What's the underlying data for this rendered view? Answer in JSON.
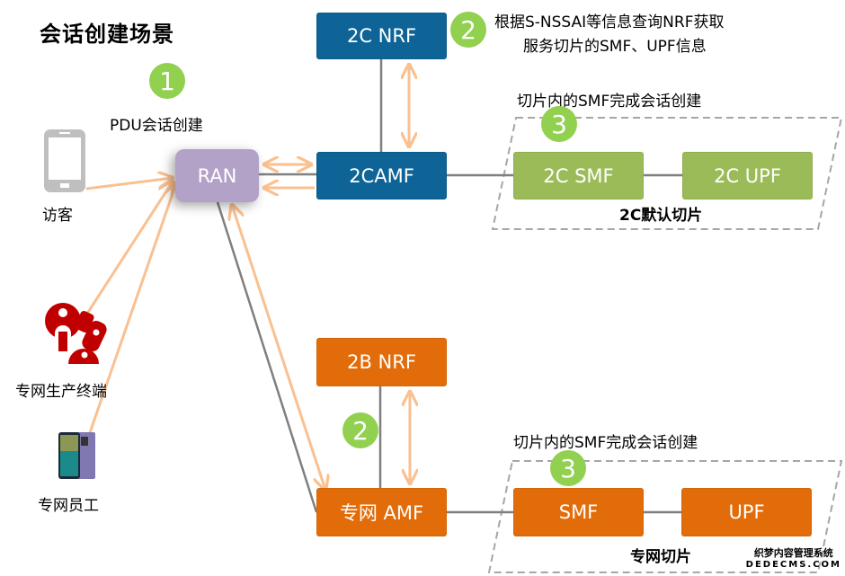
{
  "title": "会话创建场景",
  "steps": {
    "step1": {
      "number": "1",
      "label": "PDU会话创建"
    },
    "step2_top": {
      "number": "2",
      "label_line1": "根据S-NSSAI等信息查询NRF获取",
      "label_line2": "服务切片的SMF、UPF信息"
    },
    "step3_top": {
      "number": "3",
      "label": "切片内的SMF完成会话创建"
    },
    "step2_bottom": {
      "number": "2"
    },
    "step3_bottom": {
      "number": "3",
      "label": "切片内的SMF完成会话创建"
    }
  },
  "devices": [
    {
      "name": "访客",
      "icon": "smartphone-icon"
    },
    {
      "name": "专网生产终端",
      "icon": "industrial-terminal-icon"
    },
    {
      "name": "专网员工",
      "icon": "employee-phone-icon"
    }
  ],
  "nodes": {
    "ran": "RAN",
    "nrf_2c": "2C NRF",
    "amf_2c": "2CAMF",
    "smf_2c": "2C SMF",
    "upf_2c": "2C UPF",
    "nrf_2b": "2B NRF",
    "amf_private": "专网 AMF",
    "smf_private": "SMF",
    "upf_private": "UPF"
  },
  "slices": {
    "default_2c": "2C默认切片",
    "private": "专网切片"
  },
  "colors": {
    "blue_node": "#0e6496",
    "green_node": "#9bbb59",
    "orange_node": "#e36c0a",
    "ran_node": "#b3a2c7",
    "badge": "#92d050",
    "arrow": "#fac090",
    "link": "#7f7f7f"
  },
  "watermark": {
    "line1": "织梦内容管理系统",
    "line2": "DEDECMS.COM"
  }
}
